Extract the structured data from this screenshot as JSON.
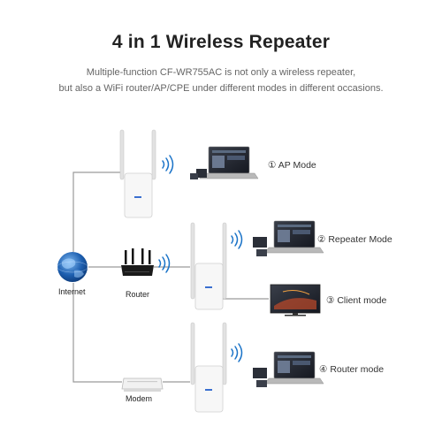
{
  "header": {
    "title": "4 in 1 Wireless Repeater",
    "subtitle_line1": "Multiple-function CF-WR755AC is not only a wireless repeater,",
    "subtitle_line2": "but also a WiFi router/AP/CPE under different modes in different occasions."
  },
  "devices": {
    "internet_label": "Internet",
    "router_label": "Router",
    "modem_label": "Modem"
  },
  "modes": [
    {
      "label": "① AP Mode"
    },
    {
      "label": "② Repeater Mode"
    },
    {
      "label": "③ Client mode"
    },
    {
      "label": "④ Router mode"
    }
  ],
  "colors": {
    "line": "#9a9a9a",
    "wifi": "#1a73c8",
    "globe": "#1d5fb0"
  }
}
